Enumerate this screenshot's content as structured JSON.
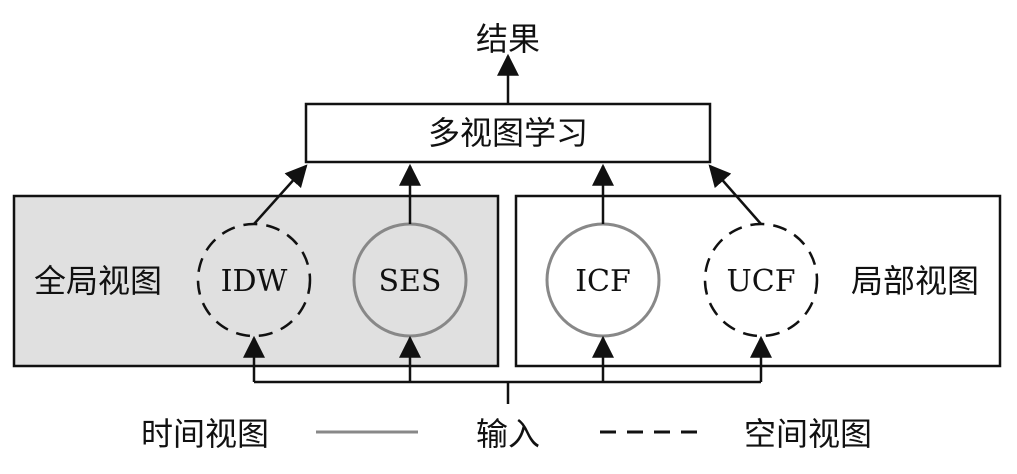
{
  "output": {
    "label": "结果"
  },
  "learner": {
    "label": "多视图学习"
  },
  "global_view": {
    "label": "全局视图",
    "fill": "#e0e0e0"
  },
  "local_view": {
    "label": "局部视图",
    "fill": "#ffffff"
  },
  "nodes": {
    "idw": {
      "label": "IDW",
      "style": "dashed"
    },
    "ses": {
      "label": "SES",
      "style": "solid"
    },
    "icf": {
      "label": "ICF",
      "style": "solid"
    },
    "ucf": {
      "label": "UCF",
      "style": "dashed"
    }
  },
  "input": {
    "label": "输入"
  },
  "legend": {
    "temporal": {
      "label": "时间视图",
      "style": "solid",
      "color": "#888888"
    },
    "spatial": {
      "label": "空间视图",
      "style": "dashed",
      "color": "#111111"
    }
  },
  "colors": {
    "stroke": "#111111",
    "solid_circle": "#888888"
  }
}
